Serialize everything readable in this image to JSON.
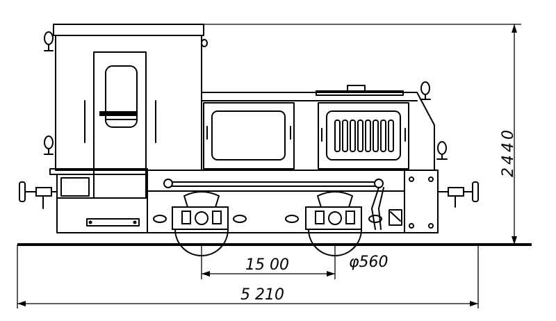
{
  "dimensions": {
    "wheelbase": "15 00",
    "wheel_diameter": "φ560",
    "overall_length": "5 210",
    "overall_height": "2440"
  },
  "colors": {
    "ink": "#000000",
    "paper": "#ffffff"
  }
}
